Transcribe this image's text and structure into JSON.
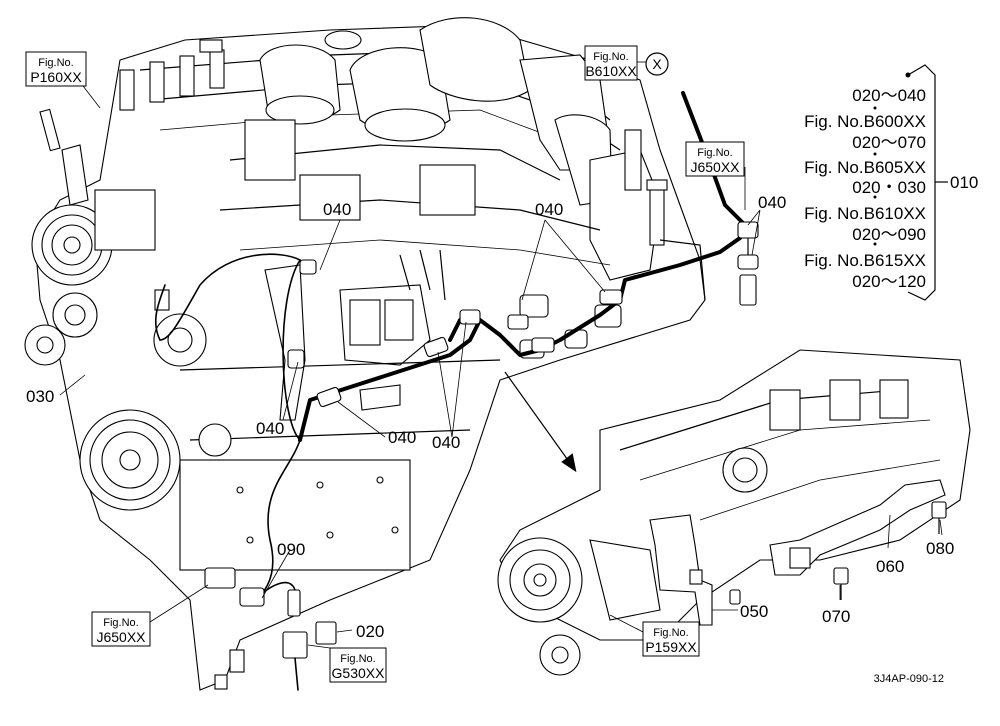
{
  "diagram": {
    "refs": {
      "p160": "Fig.No.\nP160XX",
      "b610_top": "Fig.No.\nB610XX",
      "j650_top": "Fig.No.\nJ650XX",
      "j650_bottom": "Fig.No.\nJ650XX",
      "g530": "Fig.No.\nG530XX",
      "p159": "Fig.No.\nP159XX"
    },
    "callout_x": "X",
    "callouts": {
      "c040_a": "040",
      "c040_b": "040",
      "c040_c": "040",
      "c040_d": "040",
      "c040_e": "040",
      "c040_f": "040",
      "c030": "030",
      "c090": "090",
      "c020": "020",
      "c050": "050",
      "c060": "060",
      "c070": "070",
      "c080": "080",
      "c010": "010"
    },
    "bracket_list": [
      {
        "ref": "",
        "range": "020～040"
      },
      {
        "ref": "Fig. No.B600XX",
        "range": "020～070"
      },
      {
        "ref": "Fig. No.B605XX",
        "range": "020・030"
      },
      {
        "ref": "Fig. No.B610XX",
        "range": "020～090"
      },
      {
        "ref": "Fig. No.B615XX",
        "range": "020～120"
      }
    ],
    "drawing_code": "3J4AP-090-12"
  }
}
